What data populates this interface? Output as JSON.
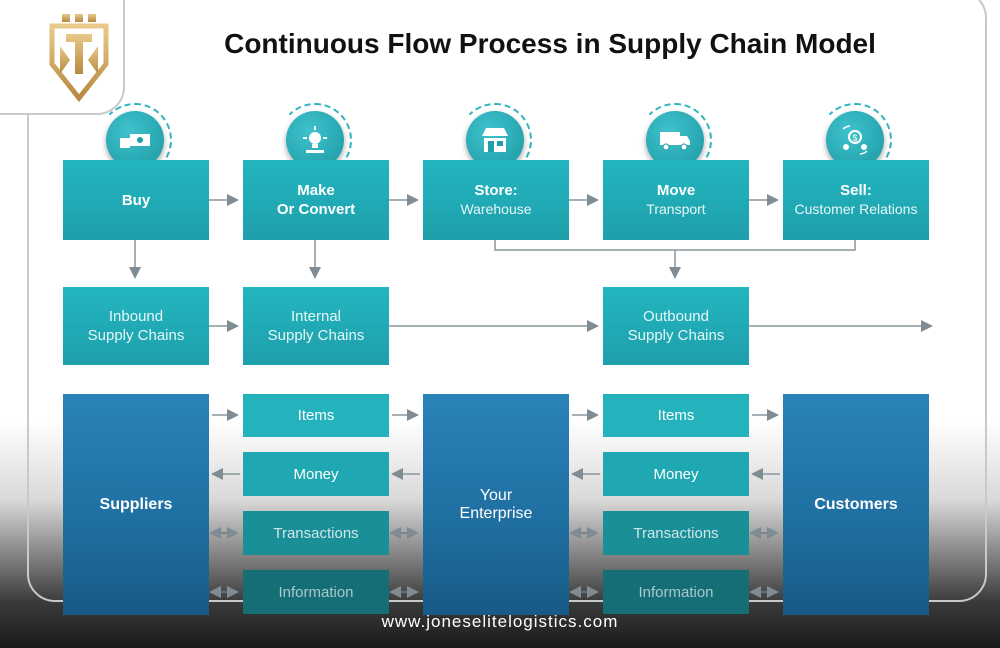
{
  "title": "Continuous Flow Process in Supply Chain Model",
  "steps": [
    {
      "title": "Buy",
      "sub": "",
      "icon": "cash-hand-icon"
    },
    {
      "title": "Make",
      "title2": "Or Convert",
      "sub": "",
      "icon": "lightbulb-gear-icon"
    },
    {
      "title": "Store:",
      "sub": "Warehouse",
      "icon": "store-icon"
    },
    {
      "title": "Move",
      "sub": "Transport",
      "icon": "truck-icon"
    },
    {
      "title": "Sell:",
      "sub": "Customer Relations",
      "icon": "customer-dollar-icon"
    }
  ],
  "chains": [
    {
      "line1": "Inbound",
      "line2": "Supply Chains"
    },
    {
      "line1": "Internal",
      "line2": "Supply Chains"
    },
    {
      "line1": "Outbound",
      "line2": "Supply Chains"
    }
  ],
  "parties": {
    "suppliers": "Suppliers",
    "enterprise_line1": "Your",
    "enterprise_line2": "Enterprise",
    "customers": "Customers"
  },
  "flows": [
    "Items",
    "Money",
    "Transactions",
    "Information"
  ],
  "footer": "www.joneselitelogistics.com"
}
